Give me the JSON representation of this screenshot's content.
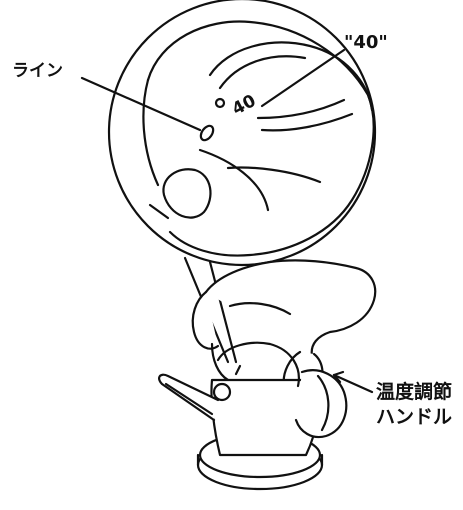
{
  "labels": {
    "line": "ライン",
    "forty": "\"40\"",
    "handle_line1": "温度調節",
    "handle_line2": "ハンドル"
  },
  "dial": {
    "number_mark": "40"
  },
  "colors": {
    "ink": "#111111",
    "background": "#ffffff"
  }
}
